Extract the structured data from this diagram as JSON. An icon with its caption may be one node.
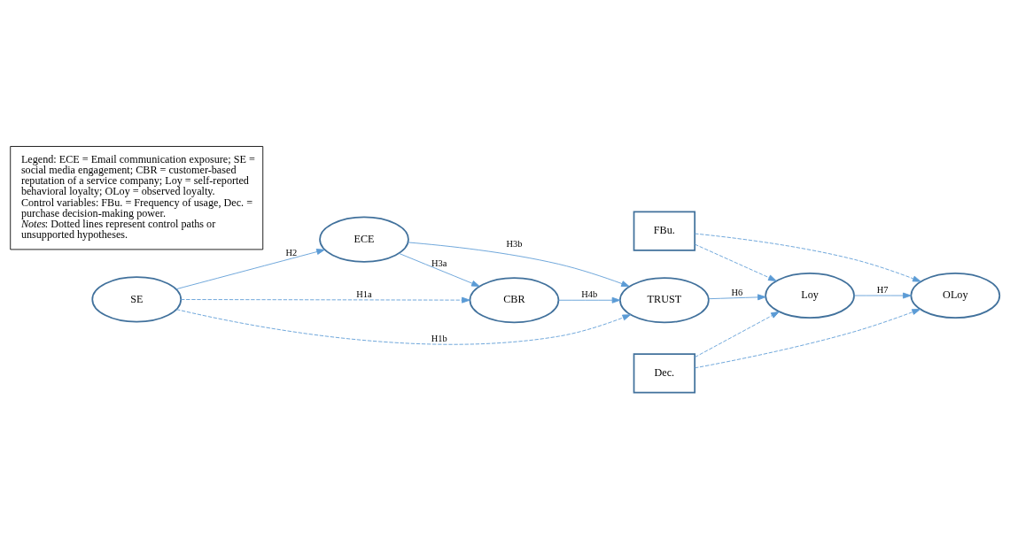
{
  "diagram": {
    "nodes": [
      {
        "text": [
          "ECE"
        ]
      },
      {
        "text": [
          "CBR"
        ]
      },
      {
        "text": [
          "TRUST"
        ]
      },
      {
        "text": [
          "Loy"
        ]
      },
      {
        "text": [
          "OLoy"
        ]
      },
      {
        "text": [
          "FBu."
        ]
      },
      {
        "text": [
          "Dec."
        ]
      },
      {
        "text": [
          "SE"
        ]
      },
      {
        "text": [
          "Legend: ECE = Email communication exposure; SE = social media engagement; CBR = customer-based reputation of a service company; Loy = self-reported behavioral loyalty; OLoy = observed loyalty.",
          "Control variables: FBu. = Frequency of usage, Dec. = purchase decision-making power.",
          "*Notes*: Dotted lines represent control paths or unsupported hypotheses."
        ]
      }
    ],
    "edges": [
      {
        "from": 7,
        "to": 0,
        "arrow": "to",
        "label": "H2"
      },
      {
        "from": 0,
        "to": 1,
        "arrow": "to",
        "label": "H3a"
      },
      {
        "from": 0,
        "to": 2,
        "arrow": "to",
        "label": "H3b"
      },
      {
        "from": 7,
        "to": 1,
        "arrow": "to",
        "label": "H1a",
        "style": "dashed"
      },
      {
        "from": 7,
        "to": 2,
        "arrow": "to",
        "label": "H1b",
        "style": "dashed"
      },
      {
        "from": 1,
        "to": 2,
        "arrow": "to",
        "label": "H4b"
      },
      {
        "from": 2,
        "to": 3,
        "arrow": "to",
        "label": "H6"
      },
      {
        "from": 3,
        "to": 4,
        "arrow": "to",
        "label": "H7"
      },
      {
        "from": 5,
        "to": 3,
        "arrow": "to",
        "style": "dashed"
      },
      {
        "from": 5,
        "to": 4,
        "arrow": "to",
        "style": "dashed"
      },
      {
        "from": 6,
        "to": 3,
        "arrow": "to",
        "style": "dashed"
      },
      {
        "from": 6,
        "to": 4,
        "arrow": "to",
        "style": "dashed"
      }
    ]
  }
}
